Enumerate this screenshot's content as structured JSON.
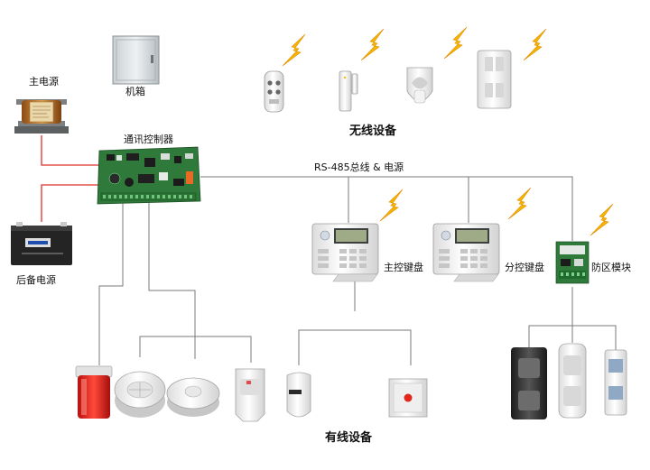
{
  "labels": {
    "main_power": "主电源",
    "cabinet": "机箱",
    "controller": "通讯控制器",
    "backup_power": "后备电源",
    "wireless_devices": "无线设备",
    "bus": "RS-485总线 & 电源",
    "main_keypad": "主控键盘",
    "sub_keypad": "分控键盘",
    "zone_module": "防区模块",
    "wired_devices": "有线设备"
  },
  "colors": {
    "power_line": "#e0302a",
    "bus_line": "#7a7a7a",
    "lightning": "#f5b500",
    "board_green": "#2f7a3a"
  },
  "icons": {
    "wireless_signal": "lightning-bolt",
    "devices": [
      "remote-control",
      "door-contact",
      "pir-detector",
      "beam-detector",
      "siren",
      "smoke-detector",
      "heat-detector",
      "glass-break-detector",
      "panic-button"
    ]
  }
}
